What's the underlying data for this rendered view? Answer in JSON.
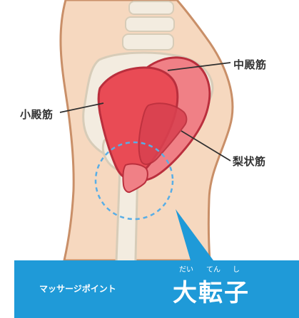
{
  "labels": {
    "gluteus_medius": "中殿筋",
    "gluteus_minimus": "小殿筋",
    "piriformis": "梨状筋"
  },
  "banner": {
    "caption": "マッサージポイント",
    "title": "大転子",
    "furigana": [
      "だい",
      "てん",
      "し"
    ]
  },
  "colors": {
    "skin": "#f6d8bf",
    "skin_outline": "#c98f68",
    "bone": "#f3ece0",
    "bone_outline": "#d7ccb8",
    "muscle_red": "#e94b55",
    "muscle_light": "#f08086",
    "muscle_outline": "#ba2f3d",
    "banner_blue": "#1f9ad8",
    "focus_circle": "#59aee6"
  }
}
